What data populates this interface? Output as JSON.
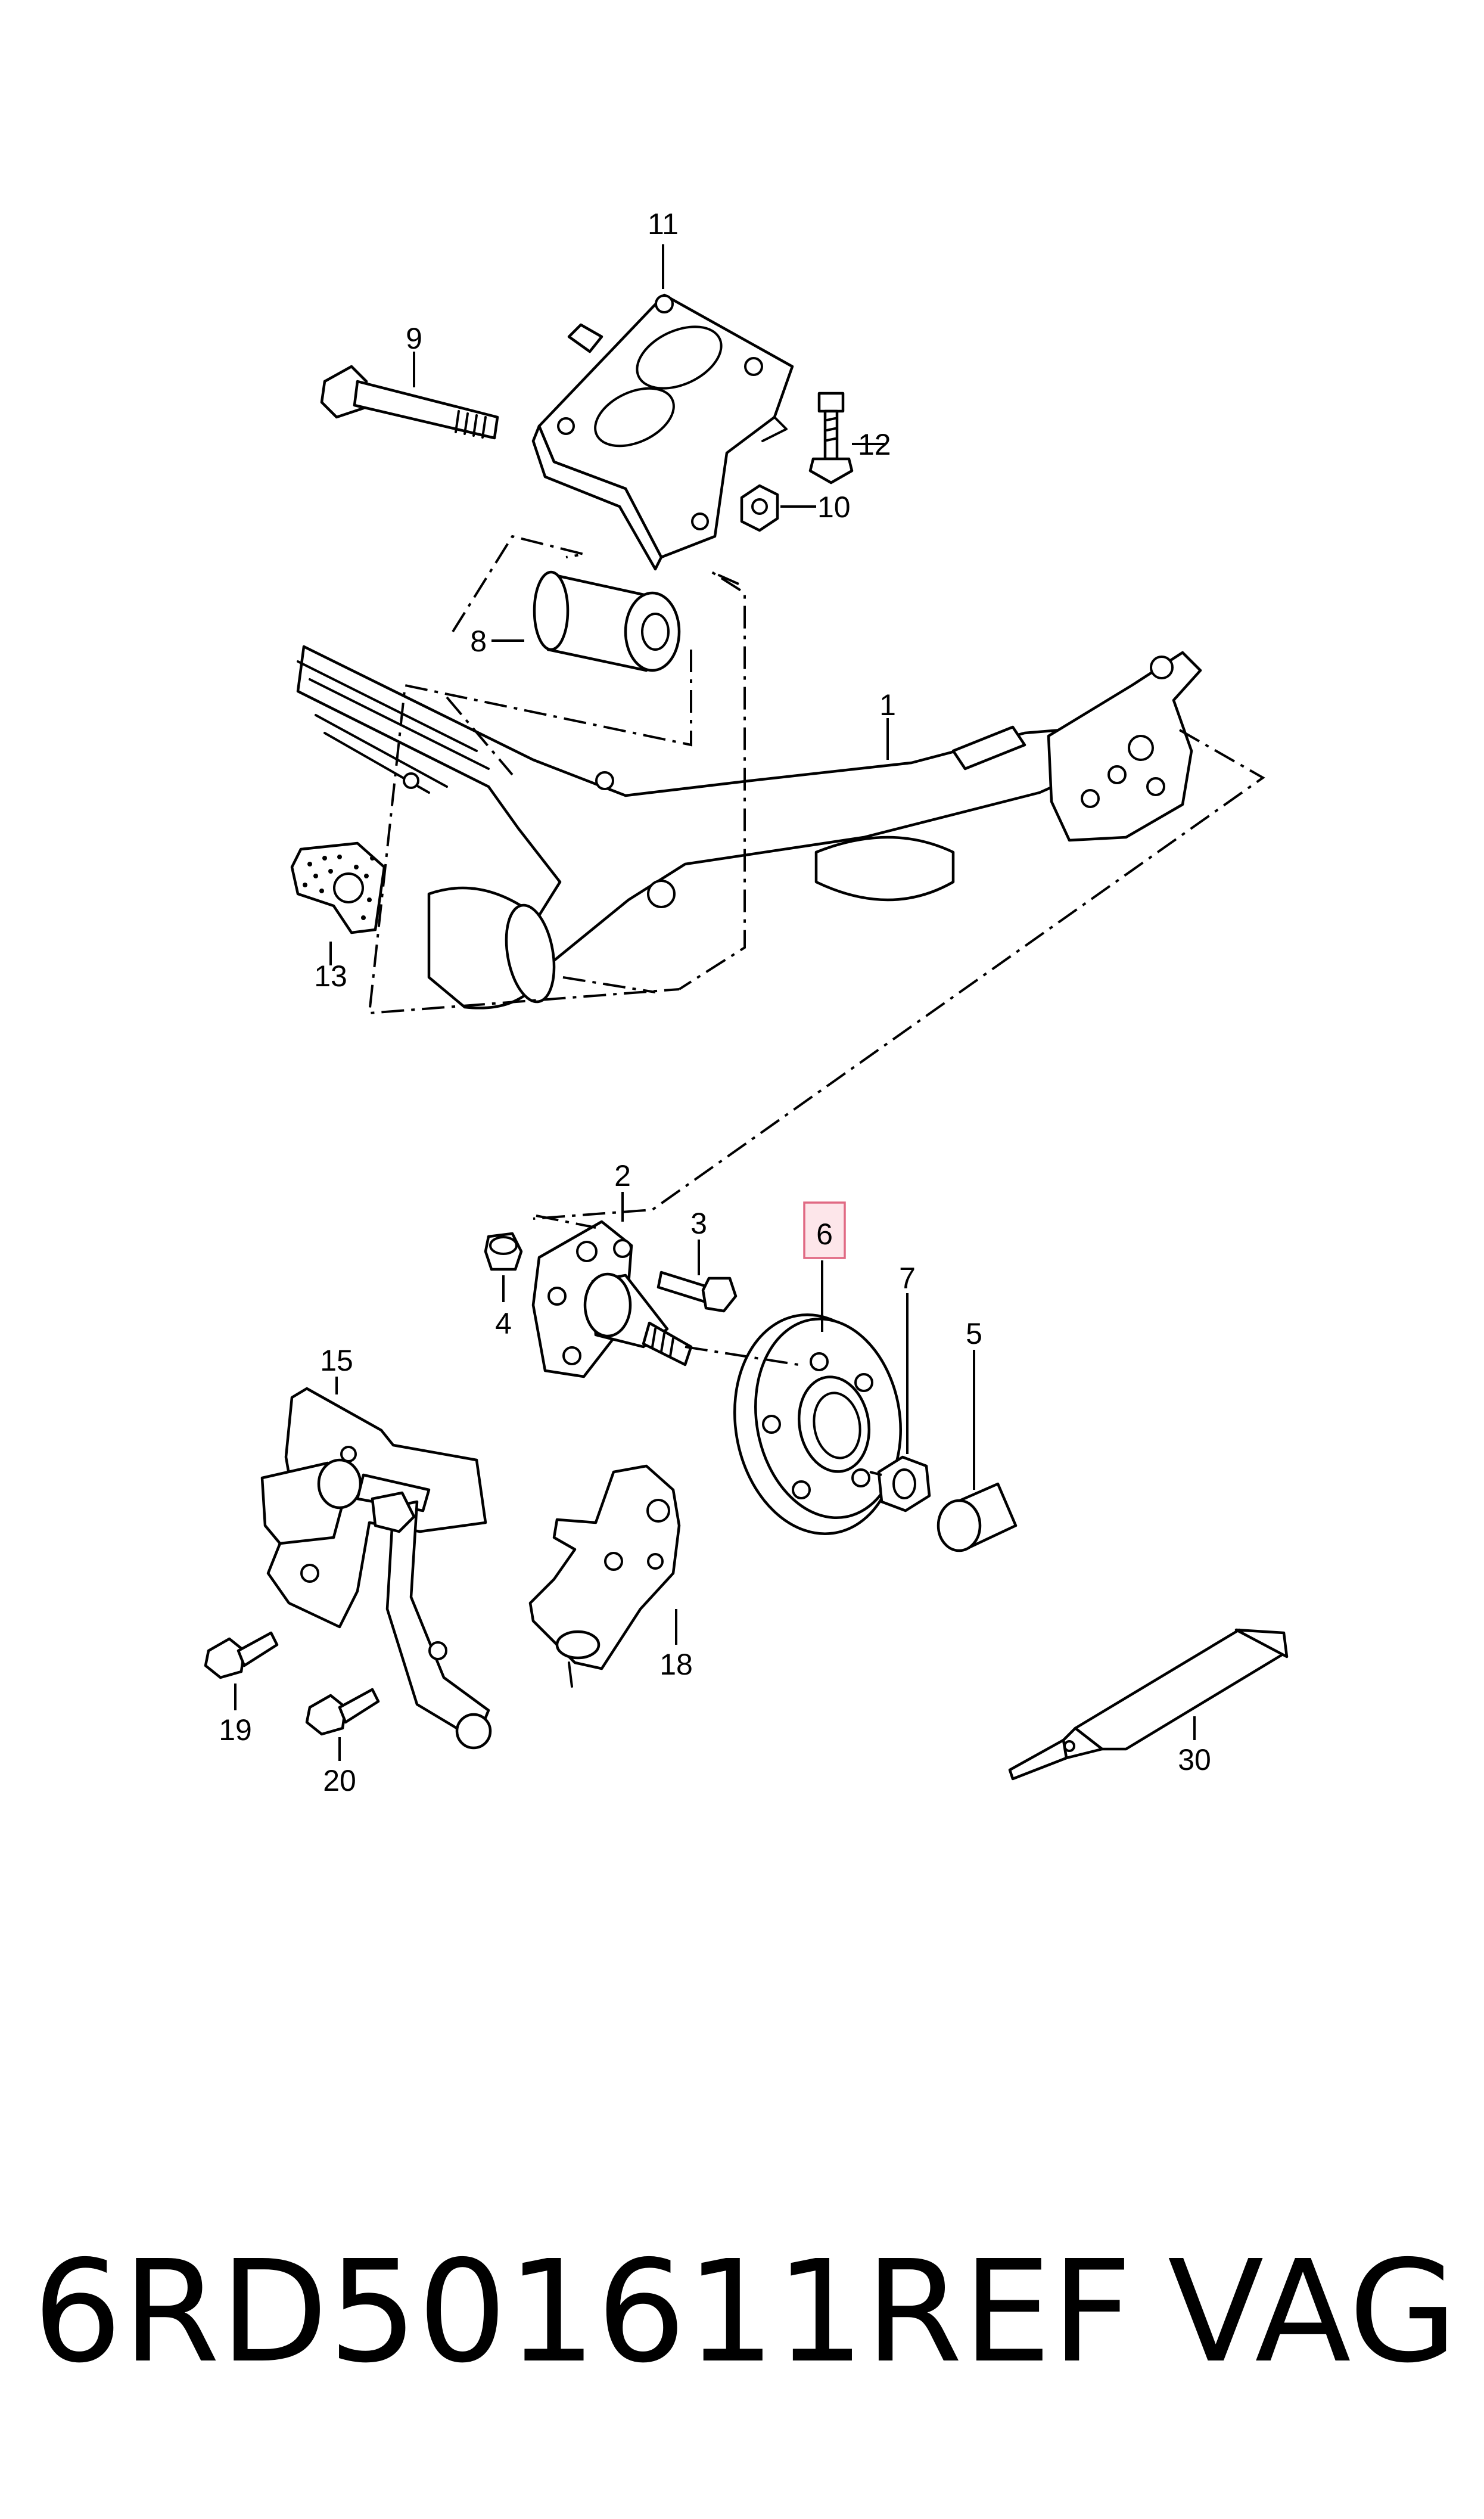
{
  "diagram": {
    "callouts": {
      "c1": "1",
      "c2": "2",
      "c3": "3",
      "c4": "4",
      "c5": "5",
      "c6": "6",
      "c7": "7",
      "c8": "8",
      "c9": "9",
      "c10": "10",
      "c11": "11",
      "c12": "12",
      "c13": "13",
      "c15": "15",
      "c18": "18",
      "c19": "19",
      "c20": "20",
      "c30": "30"
    },
    "highlighted_callout": "6",
    "highlight_color": "#e06a84"
  },
  "footer": {
    "part_number": "6RD501611REF",
    "brand": "VAG"
  }
}
